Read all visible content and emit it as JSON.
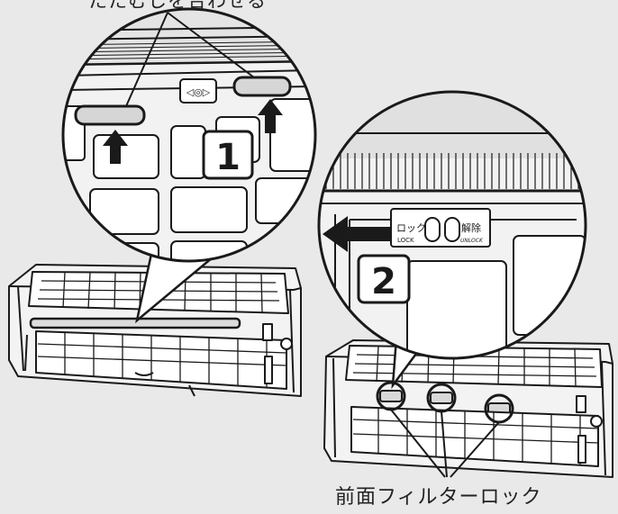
{
  "labels": {
    "top_callout": "たたむしを合わせる",
    "bottom_callout": "前面フィルターロック"
  },
  "steps": {
    "step1": "1",
    "step2": "2"
  },
  "lock_panel": {
    "lock_jp": "ロック",
    "lock_en": "LOCK",
    "unlock_jp": "解除",
    "unlock_en": "UNLOCK",
    "mini_mark": "◁◎▷"
  },
  "icons": {
    "push_arrow": "arrow-up-icon",
    "slide_arrow": "arrow-left-icon"
  },
  "colors": {
    "background": "#e9e9e9",
    "line": "#1a1a1a",
    "unit_body": "#f4f4f4"
  }
}
